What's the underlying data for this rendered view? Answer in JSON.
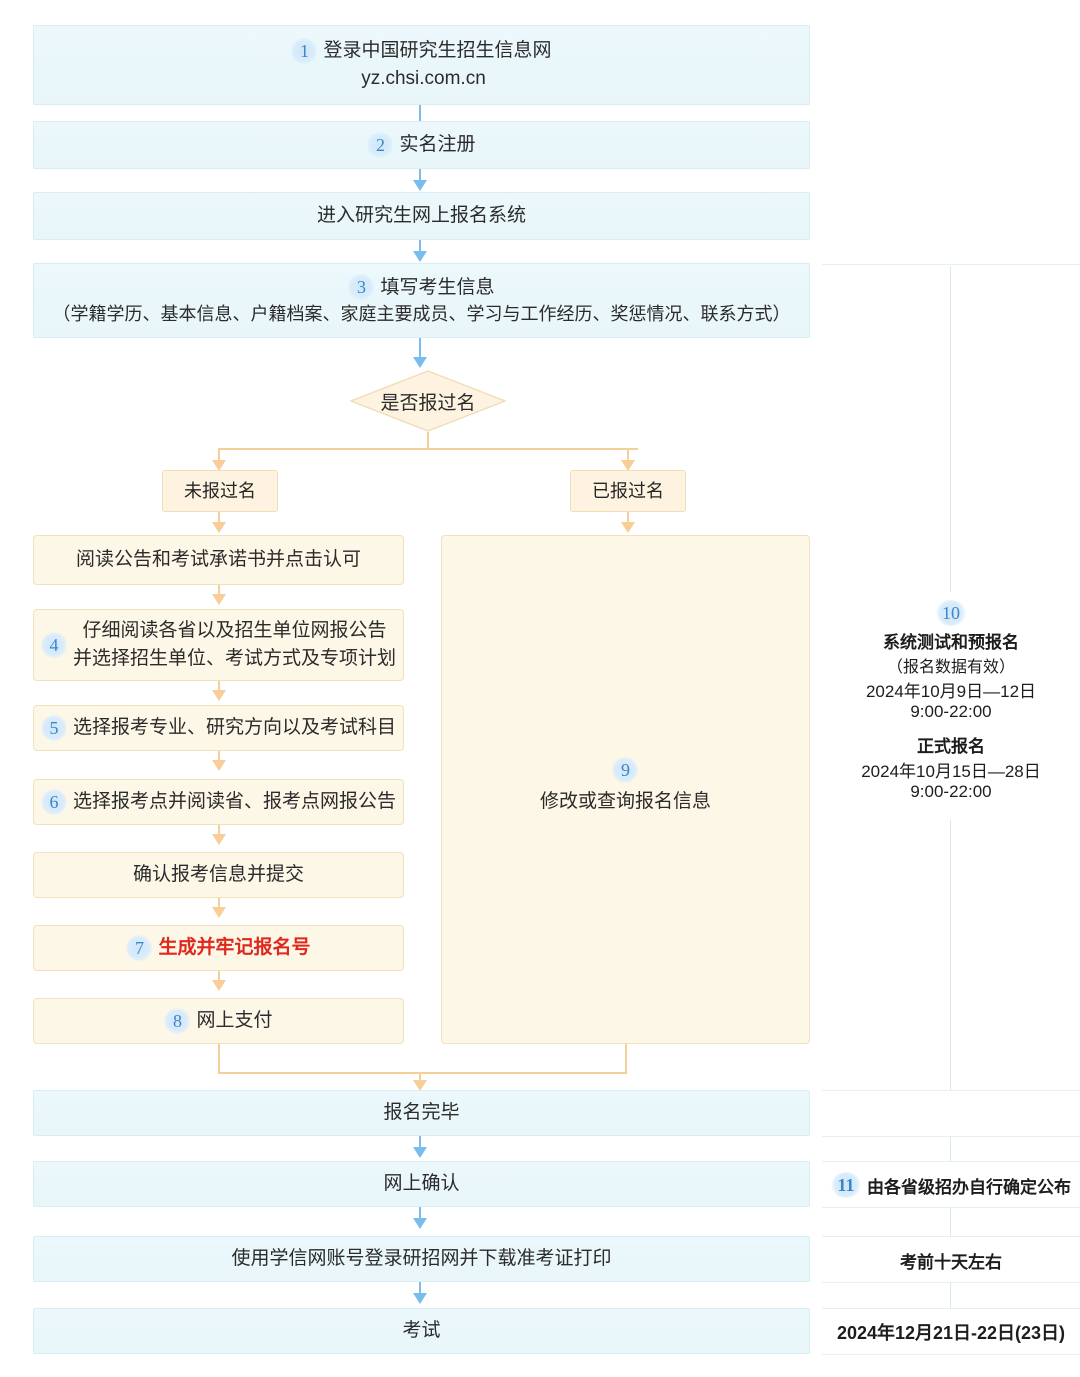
{
  "flow": {
    "nodes": [
      {
        "id": "login",
        "step": "1",
        "lines": [
          "登录中国研究生招生信息网",
          "yz.chsi.com.cn"
        ],
        "style": "blue"
      },
      {
        "id": "register",
        "step": "2",
        "lines": [
          "实名注册"
        ],
        "style": "blue"
      },
      {
        "id": "enter-system",
        "step": "",
        "lines": [
          "进入研究生网上报名系统"
        ],
        "style": "blue"
      },
      {
        "id": "fill-info",
        "step": "3",
        "lines": [
          "填写考生信息",
          "（学籍学历、基本信息、户籍档案、家庭主要成员、学习与工作经历、奖惩情况、联系方式）"
        ],
        "style": "blue"
      }
    ],
    "decision": {
      "label": "是否报过名"
    },
    "branches": {
      "left_label": "未报过名",
      "right_label": "已报过名"
    },
    "left_steps": [
      {
        "step": "",
        "lines": [
          "阅读公告和考试承诺书并点击认可"
        ]
      },
      {
        "step": "4",
        "lines": [
          "仔细阅读各省以及招生单位网报公告",
          "并选择招生单位、考试方式及专项计划"
        ]
      },
      {
        "step": "5",
        "lines": [
          "选择报考专业、研究方向以及考试科目"
        ]
      },
      {
        "step": "6",
        "lines": [
          "选择报考点并阅读省、报考点网报公告"
        ]
      },
      {
        "step": "",
        "lines": [
          "确认报考信息并提交"
        ]
      },
      {
        "step": "7",
        "lines": [
          "生成并牢记报名号"
        ],
        "highlight": true
      },
      {
        "step": "8",
        "lines": [
          "网上支付"
        ]
      }
    ],
    "right_panel_box": {
      "step": "9",
      "label": "修改或查询报名信息"
    },
    "tail_steps": [
      {
        "label": "报名完毕"
      },
      {
        "label": "网上确认"
      },
      {
        "label": "使用学信网账号登录研招网并下载准考证打印"
      },
      {
        "label": "考试"
      }
    ]
  },
  "timeline": {
    "schedule": {
      "step": "10",
      "title": "系统测试和预报名",
      "note": "（报名数据有效）",
      "date1": "2024年10月9日—12日",
      "time1": "9:00-22:00",
      "title2": "正式报名",
      "date2": "2024年10月15日—28日",
      "time2": "9:00-22:00"
    },
    "confirm": {
      "step": "11",
      "label": "由各省级招办自行确定公布"
    },
    "admission_card": "考前十天左右",
    "exam_date": "2024年12月21日-22日(23日)"
  },
  "colors": {
    "blue_box_bg": "#eaf7fa",
    "orange_box_bg": "#fdf3e0",
    "badge_text": "#3c86c8",
    "highlight_text": "#e0271b",
    "blue_connector": "#79bdec",
    "orange_connector": "#f3d09a"
  }
}
